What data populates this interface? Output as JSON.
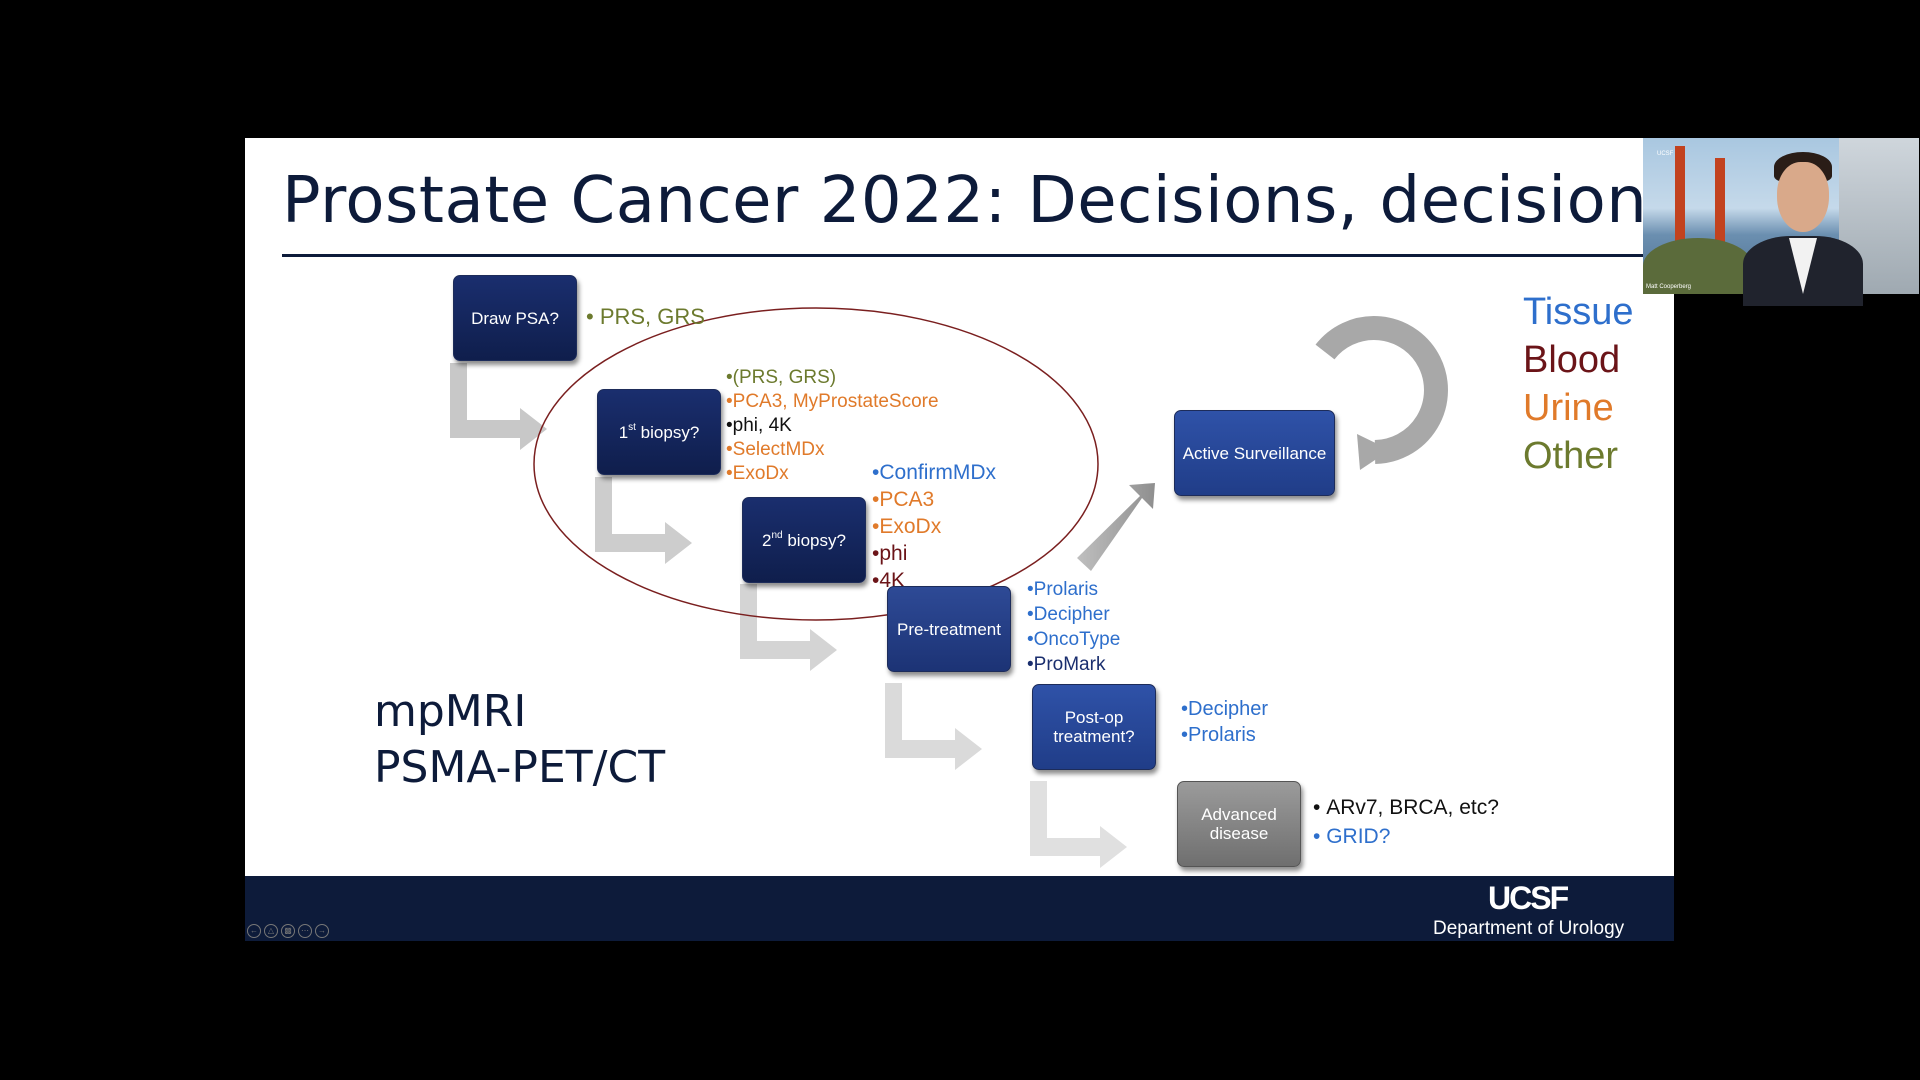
{
  "slide": {
    "title": "Prostate Cancer 2022: Decisions, decisions…",
    "steps": {
      "draw_psa": "Draw PSA?",
      "first_biopsy_num": "1",
      "first_biopsy_sup": "st",
      "first_biopsy_rest": " biopsy?",
      "second_biopsy_num": "2",
      "second_biopsy_sup": "nd",
      "second_biopsy_rest": " biopsy?",
      "active_surveillance": "Active Surveillance",
      "pre_treatment": "Pre-treatment",
      "post_op_treatment": "Post-op treatment?",
      "advanced_disease": "Advanced disease"
    },
    "psa_note": "• PRS, GRS",
    "first_biopsy_tests": [
      "(PRS, GRS)",
      "PCA3, MyProstateScore",
      "phi, 4K",
      "SelectMDx",
      "ExoDx"
    ],
    "second_biopsy_tests": [
      "ConfirmMDx",
      "PCA3",
      "ExoDx",
      "phi",
      "4K"
    ],
    "pre_treatment_tests": [
      "Prolaris",
      "Decipher",
      "OncoType",
      "ProMark"
    ],
    "post_op_tests": [
      "Decipher",
      "Prolaris"
    ],
    "advanced_tests": [
      "ARv7, BRCA, etc?",
      "GRID?"
    ],
    "legend": {
      "tissue": "Tissue",
      "blood": "Blood",
      "urine": "Urine",
      "other": "Other"
    },
    "imaging": [
      "mpMRI",
      "PSMA-PET/CT"
    ],
    "footer": {
      "logo": "UCSF",
      "department": "Department of Urology"
    }
  },
  "webcam": {
    "participant_name": "Matt Cooperberg",
    "corner_label": "UCSF"
  },
  "colors": {
    "tissue": "#2e6fcc",
    "blood": "#6b1418",
    "urine": "#e07a2a",
    "other": "#6c7a2e",
    "navy": "#0d1b3a"
  },
  "icons": [
    "loop-arrow-icon",
    "flow-arrow-icon",
    "prev-slide-icon",
    "pointer-icon",
    "captions-icon",
    "more-icon",
    "next-slide-icon"
  ]
}
